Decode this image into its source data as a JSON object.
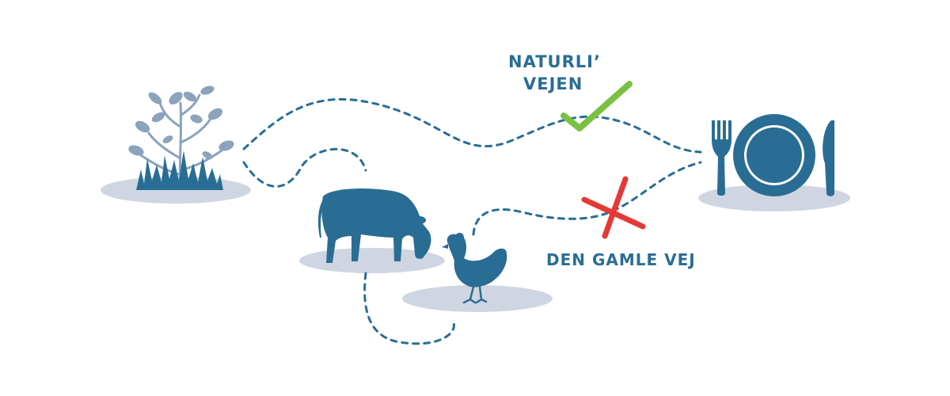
{
  "labels": {
    "natural_way_line1": "NATURLI’",
    "natural_way_line2": "VEJEN",
    "old_way": "DEN GAMLE VEJ"
  },
  "icons": {
    "plant": "plant-icon",
    "cow": "cow-icon",
    "chicken": "chicken-icon",
    "plate": "plate-icon",
    "fork": "fork-icon",
    "knife": "knife-icon",
    "checkmark": "checkmark-icon",
    "cross": "cross-icon"
  },
  "colors": {
    "primary": "#2a6d94",
    "primary_light": "#8ba3bd",
    "shadow": "#cfd6e2",
    "check": "#7ac143",
    "cross": "#e33a36",
    "background": "#ffffff"
  }
}
